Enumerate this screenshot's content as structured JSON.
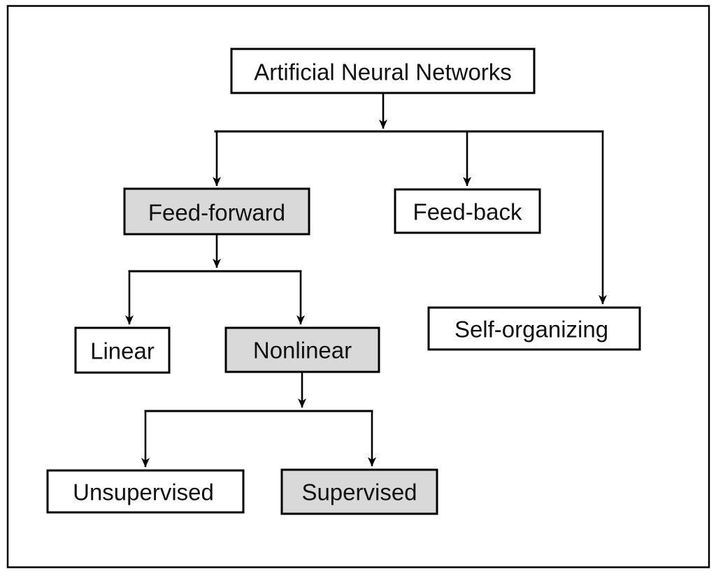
{
  "diagram": {
    "title": "Artificial Neural Networks taxonomy flowchart",
    "colors": {
      "highlight_node_fill": "#d9d9d9",
      "node_fill": "#ffffff",
      "line": "#000000",
      "text": "#111111",
      "background": "#ffffff"
    },
    "nodes": [
      {
        "id": "ann",
        "label": "Artificial Neural Networks",
        "variant": "white"
      },
      {
        "id": "feed-forward",
        "label": "Feed-forward",
        "variant": "gray"
      },
      {
        "id": "feed-back",
        "label": "Feed-back",
        "variant": "white"
      },
      {
        "id": "self-organizing",
        "label": "Self-organizing",
        "variant": "white"
      },
      {
        "id": "linear",
        "label": "Linear",
        "variant": "white"
      },
      {
        "id": "nonlinear",
        "label": "Nonlinear",
        "variant": "gray"
      },
      {
        "id": "unsupervised",
        "label": "Unsupervised",
        "variant": "white"
      },
      {
        "id": "supervised",
        "label": "Supervised",
        "variant": "gray"
      }
    ],
    "edges": [
      {
        "from": "ann",
        "to": "feed-forward"
      },
      {
        "from": "ann",
        "to": "feed-back"
      },
      {
        "from": "ann",
        "to": "self-organizing"
      },
      {
        "from": "feed-forward",
        "to": "linear"
      },
      {
        "from": "feed-forward",
        "to": "nonlinear"
      },
      {
        "from": "nonlinear",
        "to": "unsupervised"
      },
      {
        "from": "nonlinear",
        "to": "supervised"
      }
    ]
  }
}
